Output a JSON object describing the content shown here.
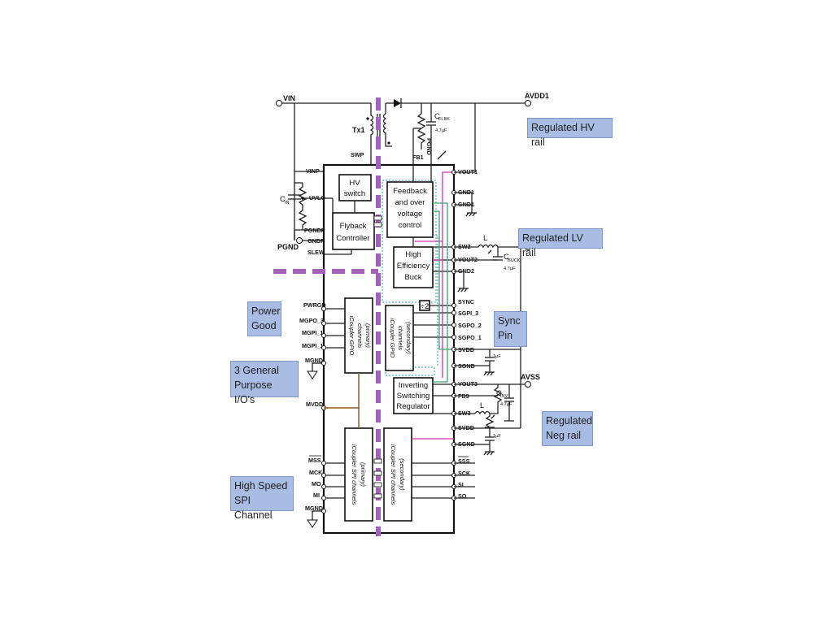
{
  "pins": {
    "vin": "VIN",
    "pgnd_ext": "PGND",
    "avdd1": "AVDD1",
    "avss": "AVSS",
    "swp": "SWP",
    "fb1": "FB1",
    "pgnd_rot": "PGND",
    "left": [
      "VINP",
      "UVLO",
      "PGNDP",
      "GNDP",
      "SLEW",
      "PWRGD",
      "MGPO_3",
      "MGPI_1",
      "MGPI_1",
      "MGND",
      "MVDD",
      "MSS",
      "MCK",
      "MO",
      "MI",
      "MGND"
    ],
    "right": [
      "VOUT1",
      "GND1",
      "GND1",
      "SW2",
      "VOUT2",
      "GND2",
      "SYNC",
      "SGPI_3",
      "SGPO_2",
      "SGPO_1",
      "SVDD",
      "SGND",
      "VOUT3",
      "FB3",
      "SW3",
      "SVDD",
      "SGND",
      "SSS",
      "SCK",
      "SI",
      "SO"
    ]
  },
  "components": {
    "tx1": "Tx1",
    "cin": "C",
    "cin_sub": "IN",
    "cflbk": "C",
    "cflbk_sub": "FLBK",
    "cflbk_val": "4.7µF",
    "l1": "L",
    "cbuck": "C",
    "cbuck_sub": "BUCK",
    "cbuck_val": "4.7µF",
    "cinv": "C",
    "cinv_sub": "INV",
    "cinv_val": "4.7µF",
    "l2": "L",
    "cap1": "1µF",
    "cap2": "1µF"
  },
  "blocks": {
    "hv_switch": [
      "HV",
      "switch"
    ],
    "flyback": [
      "Flyback",
      "Controller"
    ],
    "feedback": [
      "Feedback",
      "and over",
      "voltage",
      "control"
    ],
    "buck": [
      "High",
      "Efficiency",
      "Buck"
    ],
    "div2": "÷2",
    "gpio_primary": [
      "iCoupler GPIO",
      "channels",
      "(primary)"
    ],
    "gpio_secondary": [
      "iCoupler GPIO",
      "channels",
      "(secondary)"
    ],
    "inverting": [
      "Inverting",
      "Switching",
      "Regulator"
    ],
    "spi_primary": [
      "iCoupler SPI channels",
      "(primary)"
    ],
    "spi_secondary": [
      "iCoupler SPI channels",
      "(secondary)"
    ]
  },
  "callouts": {
    "hv_rail": "Regulated HV rail",
    "lv_rail": "Regulated LV rail",
    "sync_pin": [
      "Sync",
      "Pin"
    ],
    "neg_rail": [
      "Regulated",
      "Neg rail"
    ],
    "power_good": [
      "Power",
      "Good"
    ],
    "gpio": [
      "3 General",
      "Purpose I/O's"
    ],
    "spi": [
      "High Speed",
      "SPI Channel"
    ]
  },
  "colors": {
    "isolation_barrier": "#a461b8",
    "magenta_trace": "#d631b0",
    "green_trace": "#3da56a",
    "cyan_trace": "#2f9fd6",
    "brown_trace": "#8b5a2b",
    "callout_fill": "#a9bde4"
  }
}
